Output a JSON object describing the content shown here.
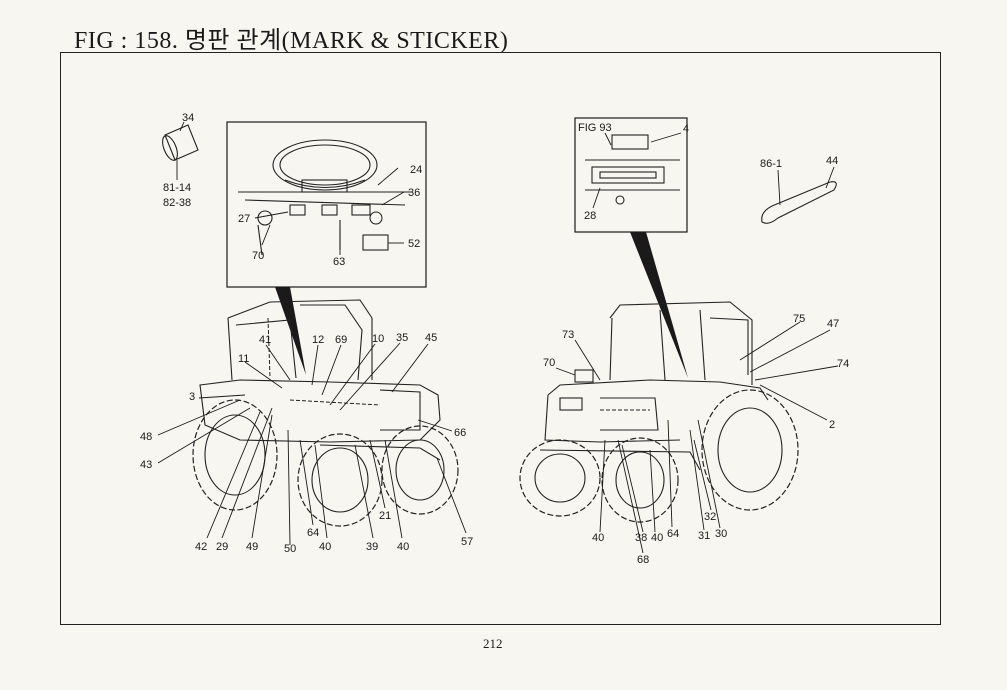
{
  "header": {
    "title": "FIG : 158. 명판 관계(MARK & STICKER)"
  },
  "footer": {
    "page_number": "212"
  },
  "diagram": {
    "inset_left_labels": [
      "24",
      "36",
      "27",
      "52",
      "70",
      "63"
    ],
    "inset_right_labels": [
      "FIG 93",
      "4",
      "28"
    ],
    "cylinder_labels": [
      "34",
      "81-14",
      "82-38"
    ],
    "strip_labels": [
      "86-1",
      "44"
    ],
    "left_tractor_labels": [
      "41",
      "12",
      "69",
      "10",
      "35",
      "45",
      "11",
      "3",
      "48",
      "43",
      "66",
      "42",
      "29",
      "49",
      "50",
      "64",
      "40",
      "39",
      "21",
      "40",
      "57"
    ],
    "right_tractor_labels": [
      "73",
      "70",
      "75",
      "47",
      "74",
      "2",
      "40",
      "38",
      "40",
      "64",
      "31",
      "30",
      "32",
      "68"
    ]
  }
}
